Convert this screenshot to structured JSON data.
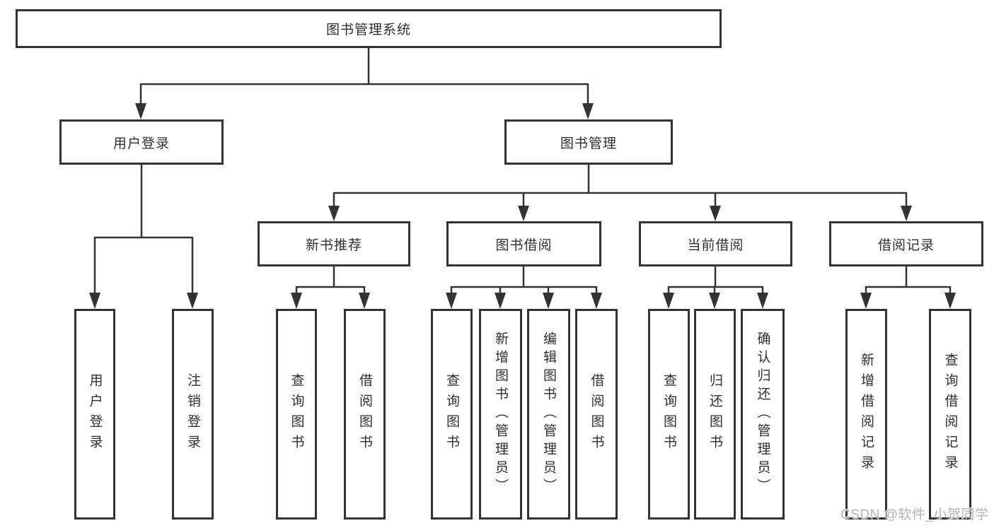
{
  "nodes": {
    "root": "图书管理系统",
    "user_login": "用户登录",
    "book_management": "图书管理",
    "new_book_recommend": "新书推荐",
    "book_borrow": "图书借阅",
    "current_borrow": "当前借阅",
    "borrow_records": "借阅记录",
    "leaf_user_login": "用户登录",
    "leaf_logout": "注销登录",
    "leaf_query_book_rec": "查询图书",
    "leaf_borrow_book_rec": "借阅图书",
    "leaf_query_book_borrow": "查询图书",
    "leaf_add_book_admin": "新增图书（管理员）",
    "leaf_edit_book_admin": "编辑图书（管理员）",
    "leaf_borrow_book_borrow": "借阅图书",
    "leaf_query_book_current": "查询图书",
    "leaf_return_book": "归还图书",
    "leaf_confirm_return_admin": "确认归还（管理员）",
    "leaf_add_borrow_record": "新增借阅记录",
    "leaf_query_borrow_record": "查询借阅记录"
  },
  "watermark": "CSDN @软件_小贺同学",
  "colors": {
    "line": "#333333",
    "box_border": "#333333",
    "text": "#2f2f2f",
    "watermark": "#b3b3b3",
    "background": "#ffffff"
  }
}
